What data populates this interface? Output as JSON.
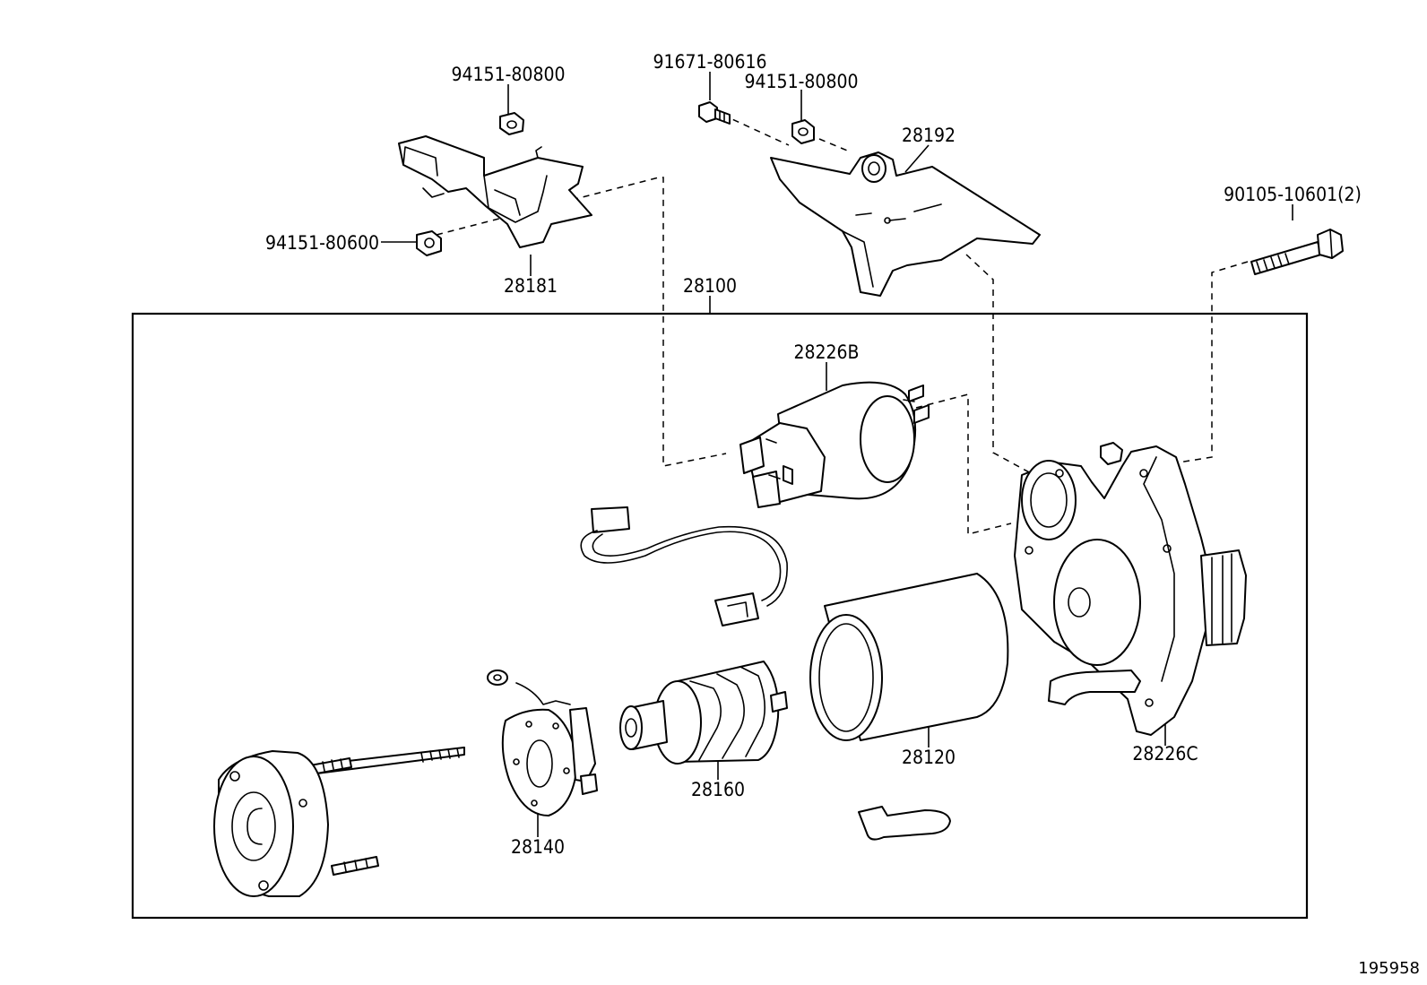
{
  "diagram": {
    "assembly_number": "28100",
    "figure_id": "195958",
    "callouts": {
      "p94151_80800_left": "94151-80800",
      "p94151_80600": "94151-80600",
      "p28181": "28181",
      "p91671_80616": "91671-80616",
      "p94151_80800_right": "94151-80800",
      "p28192": "28192",
      "p90105_10601": "90105-10601(2)",
      "p28100": "28100",
      "p28226B": "28226B",
      "p28226C": "28226C",
      "p28120": "28120",
      "p28160": "28160",
      "p28140": "28140"
    },
    "parts": [
      {
        "name": "nut-94151-80800-left"
      },
      {
        "name": "nut-94151-80600"
      },
      {
        "name": "bracket-28181"
      },
      {
        "name": "bolt-91671-80616"
      },
      {
        "name": "nut-94151-80800-right"
      },
      {
        "name": "bracket-28192"
      },
      {
        "name": "bolt-90105-10601"
      },
      {
        "name": "solenoid-switch-28226b"
      },
      {
        "name": "wire-lead"
      },
      {
        "name": "starter-housing-28226c"
      },
      {
        "name": "yoke-28120"
      },
      {
        "name": "armature-28160"
      },
      {
        "name": "brush-holder-28140"
      },
      {
        "name": "end-frame"
      },
      {
        "name": "lever"
      }
    ]
  }
}
